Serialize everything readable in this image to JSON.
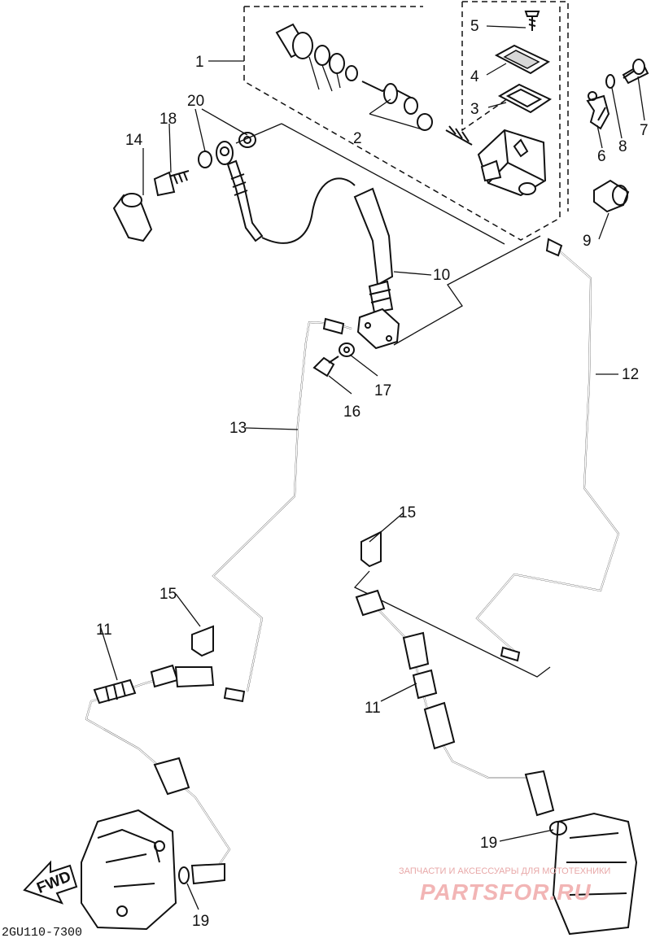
{
  "diagram_code": "2GU110-7300",
  "fwd_label": "FWD",
  "watermark": {
    "line1": "ЗАПЧАСТИ И АКСЕССУАРЫ ДЛЯ МОТОТЕХНИКИ",
    "line2": "PARTSFOR.RU"
  },
  "callouts": {
    "c1": "1",
    "c2": "2",
    "c3": "3",
    "c4": "4",
    "c5": "5",
    "c6": "6",
    "c7": "7",
    "c8": "8",
    "c9": "9",
    "c10": "10",
    "c11a": "11",
    "c11b": "11",
    "c12": "12",
    "c13": "13",
    "c14": "14",
    "c15a": "15",
    "c15b": "15",
    "c16": "16",
    "c17": "17",
    "c18": "18",
    "c19a": "19",
    "c19b": "19",
    "c20": "20"
  }
}
